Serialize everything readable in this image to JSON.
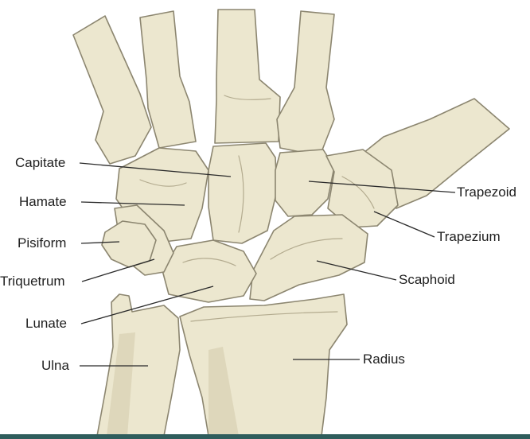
{
  "labels": {
    "capitate": "Capitate",
    "hamate": "Hamate",
    "pisiform": "Pisiform",
    "triquetrum": "Triquetrum",
    "lunate": "Lunate",
    "ulna": "Ulna",
    "trapezoid": "Trapezoid",
    "trapezium": "Trapezium",
    "scaphoid": "Scaphoid",
    "radius": "Radius"
  },
  "colors": {
    "bone_fill": "#ece7cf",
    "bone_outline": "#8c8670",
    "label_text": "#1e1e1e",
    "bottom_strip": "#2f5d5c"
  }
}
